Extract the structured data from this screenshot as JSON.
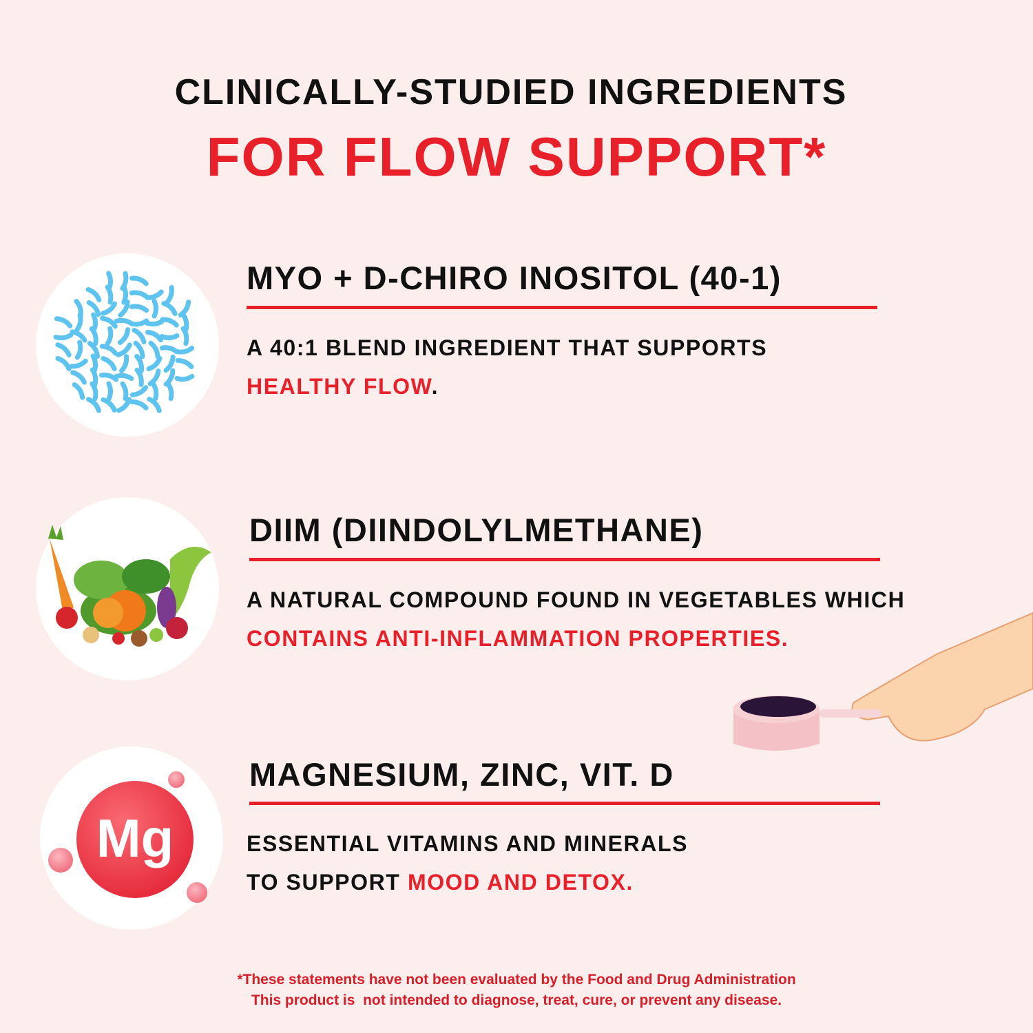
{
  "title": {
    "line1": "CLINICALLY-STUDIED INGREDIENTS",
    "line2": "FOR FLOW SUPPORT*"
  },
  "ingredients": [
    {
      "icon": "bacteria-icon",
      "heading": "MYO + D-CHIRO INOSITOL (40-1)",
      "line1": "A 40:1 BLEND INGREDIENT THAT SUPPORTS",
      "line2_plain": "",
      "line2_highlight": "HEALTHY FLOW",
      "line2_end": "."
    },
    {
      "icon": "vegetables-icon",
      "heading": "DIIM (DIINDOLYLMETHANE)",
      "line1": "A NATURAL COMPOUND FOUND IN VEGETABLES WHICH",
      "line2_plain": "",
      "line2_highlight": "CONTAINS ANTI-INFLAMMATION PROPERTIES.",
      "line2_end": ""
    },
    {
      "icon": "magnesium-icon",
      "icon_text": "Mg",
      "heading": "MAGNESIUM, ZINC, VIT. D",
      "line1": "ESSENTIAL VITAMINS AND MINERALS",
      "line2_plain": "TO SUPPORT ",
      "line2_highlight": "MOOD AND DETOX.",
      "line2_end": ""
    }
  ],
  "footer": {
    "line1": "*These statements have not been evaluated by the Food and Drug Administration",
    "line2": "This product is  not intended to diagnose, treat, cure, or prevent any disease."
  },
  "colors": {
    "background": "#fdeeee",
    "accent": "#e8202a",
    "bacteria": "#5ec4ef"
  }
}
